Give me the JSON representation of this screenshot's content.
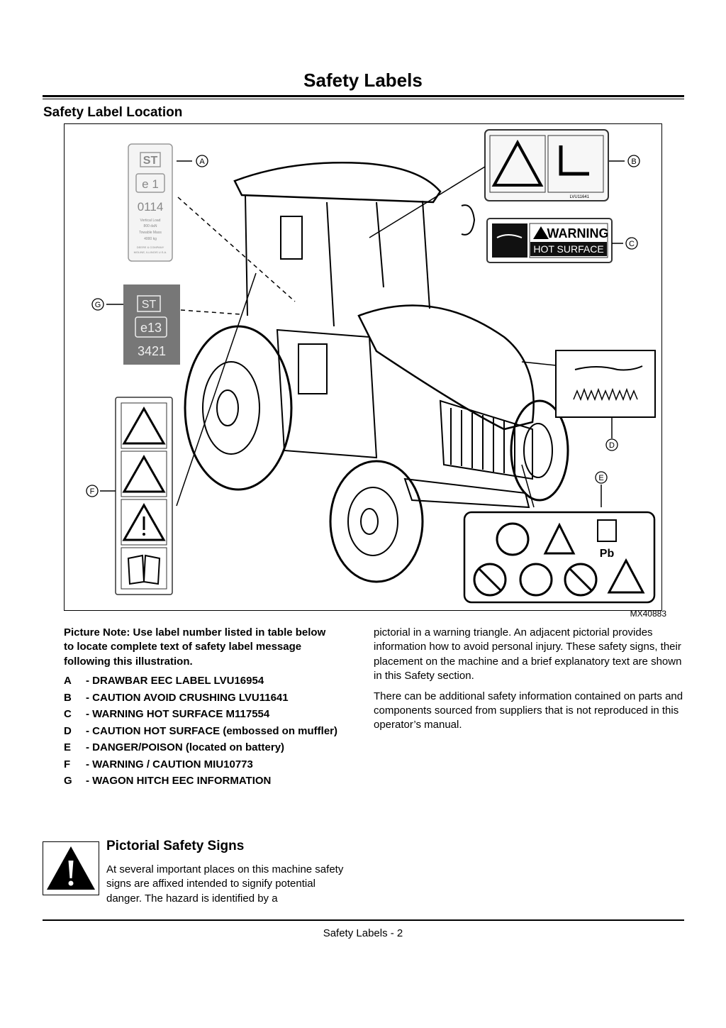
{
  "page": {
    "title": "Safety Labels",
    "section_heading": "Safety Label Location",
    "footer": "Safety Labels - 2"
  },
  "figure": {
    "figure_id": "MX40883",
    "callouts": [
      "A",
      "B",
      "C",
      "D",
      "E",
      "F",
      "G"
    ],
    "label_a_text": [
      "ST",
      "e 1",
      "0114",
      "Vertical Load",
      "800 daN",
      "Towable Mass",
      "4000 kg",
      "DEERE & COMPANY",
      "MOLINE, ILLINOIS U.S.A."
    ],
    "label_b_code": "LVU11641",
    "label_c_warning": "WARNING",
    "label_c_hot_surface": "HOT SURFACE",
    "label_e_pb": "Pb",
    "label_g_text": [
      "ST",
      "e13",
      "3421"
    ]
  },
  "picture_note": "Picture Note: Use label number listed in table below to locate complete text of safety label message following this illustration.",
  "legend": [
    {
      "key": "A",
      "text": "- DRAWBAR EEC LABEL LVU16954"
    },
    {
      "key": "B",
      "text": "- CAUTION AVOID CRUSHING LVU11641"
    },
    {
      "key": "C",
      "text": "- WARNING HOT SURFACE M117554"
    },
    {
      "key": "D",
      "text": "- CAUTION HOT SURFACE (embossed on muffler)"
    },
    {
      "key": "E",
      "text": "- DANGER/POISON (located on battery)"
    },
    {
      "key": "F",
      "text": "- WARNING / CAUTION MIU10773"
    },
    {
      "key": "G",
      "text": "- WAGON HITCH EEC INFORMATION"
    }
  ],
  "right_column": {
    "p1": "pictorial in a warning triangle. An adjacent pictorial provides information how to avoid personal injury. These safety signs, their placement on the machine and a brief explanatory text are shown in this Safety section.",
    "p2": "There can be additional safety information contained on parts and components sourced from suppliers that is not reproduced in this operator’s manual."
  },
  "pictorial_section": {
    "heading": "Pictorial Safety Signs",
    "text": "At several important places on this machine safety signs are affixed intended to signify potential danger. The hazard is identified by a"
  }
}
